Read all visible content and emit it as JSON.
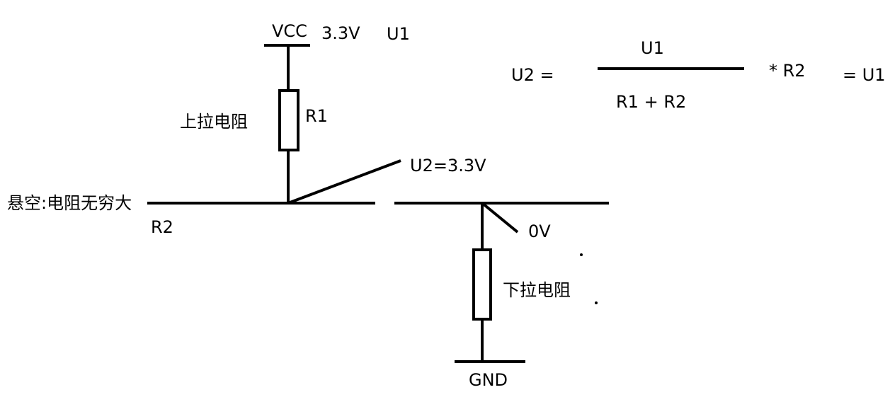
{
  "labels": {
    "vcc": "VCC",
    "vcc_voltage": "3.3V",
    "u1_top": "U1",
    "pullup": "上拉电阻",
    "r1": "R1",
    "u2_value": "U2=3.3V",
    "floating": "悬空:电阻无穷大",
    "r2": "R2",
    "zero_volt": "0V",
    "pulldown": "下拉电阻",
    "gnd": "GND"
  },
  "formula": {
    "lhs": "U2 =",
    "numerator": "U1",
    "denominator": "R1 + R2",
    "times": "* R2",
    "result": "= U1"
  },
  "colors": {
    "stroke": "#000000",
    "background": "#ffffff"
  }
}
